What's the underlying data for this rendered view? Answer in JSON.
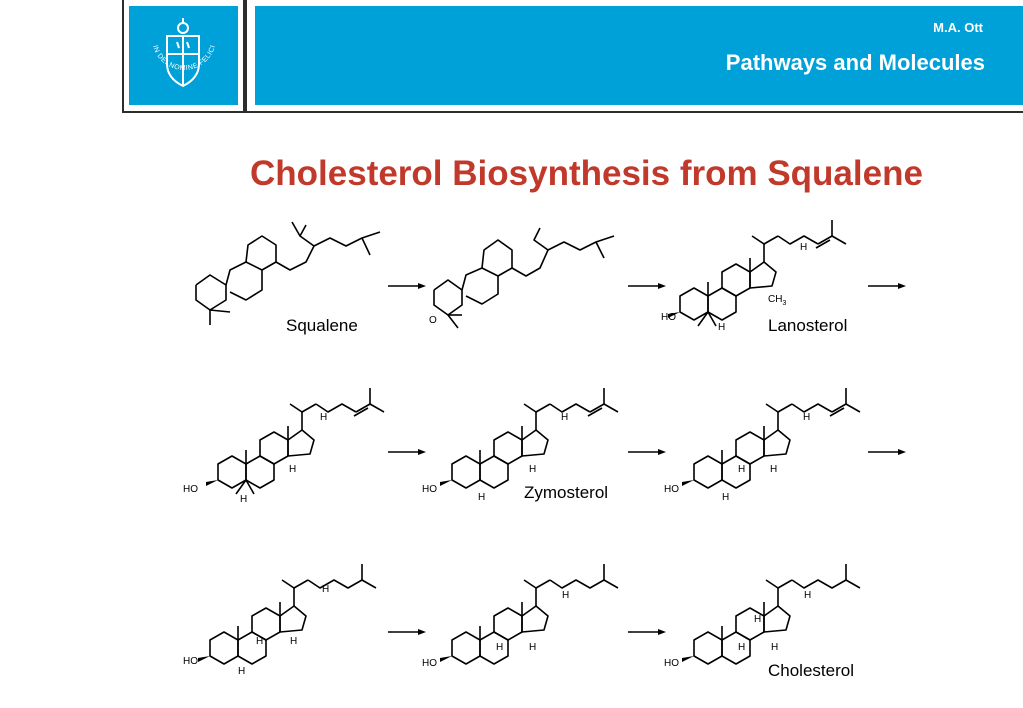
{
  "header": {
    "author": "M.A. Ott",
    "course": "Pathways and Molecules",
    "logo_icon": "university-seal-icon",
    "logo_text": "IN DEI NOMINE FELICITER"
  },
  "title": "Cholesterol Biosynthesis from Squalene",
  "colors": {
    "brand_blue": "#00a0d8",
    "title_red": "#c0392b"
  },
  "molecules": {
    "squalene": "Squalene",
    "lanosterol": "Lanosterol",
    "zymosterol": "Zymosterol",
    "cholesterol": "Cholesterol"
  },
  "atom_labels": {
    "ho": "HO",
    "h": "H",
    "o": "O",
    "ch3": "CH",
    "ch3_sub": "3"
  }
}
